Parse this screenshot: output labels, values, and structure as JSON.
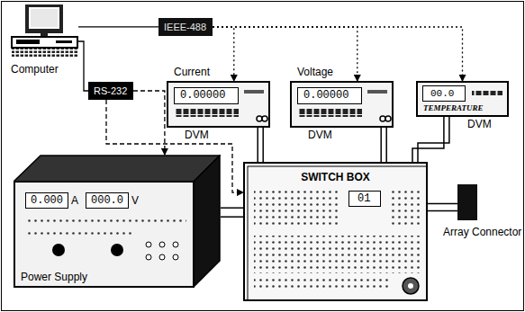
{
  "diagram": {
    "nodes": [
      {
        "text": [
          "Computer"
        ]
      },
      {
        "text": [
          "IEEE-488"
        ]
      },
      {
        "text": [
          "RS-232"
        ]
      },
      {
        "text": [
          "Current",
          "DVM"
        ]
      },
      {
        "text": [
          "0.00000"
        ],
        "in": 3
      },
      {
        "text": [
          "Voltage",
          "DVM"
        ]
      },
      {
        "text": [
          "0.00000"
        ],
        "in": 5
      },
      {
        "text": [
          "TEMPERATURE",
          "DVM"
        ]
      },
      {
        "text": [
          "00.0"
        ],
        "in": 7
      },
      {
        "text": [
          "Power Supply"
        ]
      },
      {
        "text": [
          "0.000",
          "A"
        ],
        "in": 9
      },
      {
        "text": [
          "000.0",
          "V"
        ],
        "in": 9
      },
      {
        "text": [
          "SWITCH BOX"
        ]
      },
      {
        "text": [
          "01"
        ],
        "in": 12
      },
      {
        "text": [
          "Array Connector"
        ]
      }
    ],
    "edges": [
      {
        "from": 0,
        "to": 1,
        "arrow": "none"
      },
      {
        "from": 0,
        "to": 2,
        "arrow": "none"
      },
      {
        "from": 1,
        "to": 3,
        "arrow": "to"
      },
      {
        "from": 1,
        "to": 5,
        "arrow": "to"
      },
      {
        "from": 1,
        "to": 7,
        "arrow": "to"
      },
      {
        "from": 2,
        "to": 9,
        "arrow": "to"
      },
      {
        "from": 2,
        "to": 12,
        "arrow": "to"
      },
      {
        "from": 3,
        "to": 12,
        "arrow": "none"
      },
      {
        "from": 5,
        "to": 12,
        "arrow": "none"
      },
      {
        "from": 7,
        "to": 12,
        "arrow": "none"
      },
      {
        "from": 9,
        "to": 12,
        "arrow": "none"
      },
      {
        "from": 12,
        "to": 14,
        "arrow": "none"
      }
    ]
  }
}
